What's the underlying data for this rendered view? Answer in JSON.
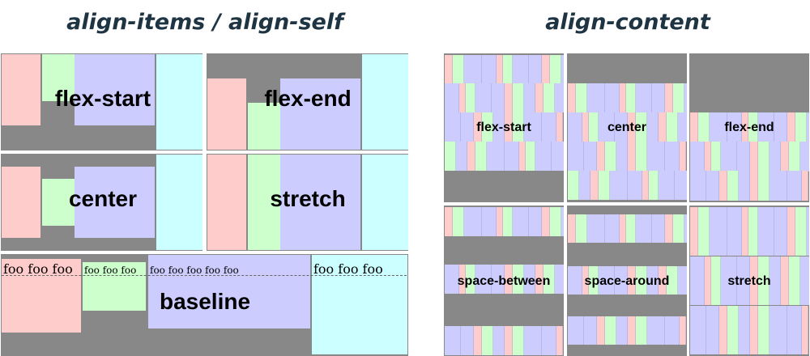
{
  "titles": {
    "left": "align-items / align-self",
    "right": "align-content"
  },
  "items_panels": {
    "flex_start": "flex-start",
    "flex_end": "flex-end",
    "center": "center",
    "stretch": "stretch",
    "baseline": "baseline"
  },
  "baseline_texts": {
    "pink": "foo foo foo",
    "green": "foo foo foo",
    "blue": "foo foo foo foo foo",
    "cyan": "foo foo foo"
  },
  "content_panels": {
    "flex_start": "flex-start",
    "center": "center",
    "flex_end": "flex-end",
    "space_between": "space-between",
    "space_around": "space-around",
    "stretch": "stretch"
  },
  "colors": {
    "background": "#888888",
    "pink": "#ffcccc",
    "green": "#ccffcc",
    "blue": "#ccccff",
    "cyan": "#ccffff",
    "title": "#1e3443"
  }
}
